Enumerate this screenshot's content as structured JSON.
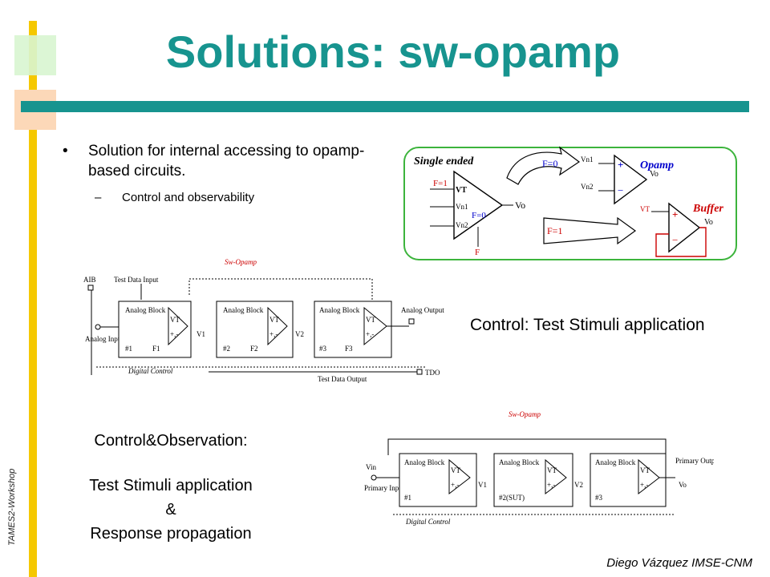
{
  "slide": {
    "title": "Solutions: sw-opamp",
    "bullet_marker": "•",
    "bullet_text": "Solution for internal accessing to opamp-based circuits.",
    "sub_dash": "–",
    "sub_text": "Control and observability",
    "control_label": "Control: Test Stimuli application",
    "obs_line1": "Control&Observation:",
    "obs_line2": "Test Stimuli application",
    "obs_line3": "&",
    "obs_line4": "Response propagation",
    "vertical_label": "TAMES2-Workshop",
    "footer": "Diego Vázquez    IMSE-CNM"
  },
  "opamp_diagram": {
    "single_ended": "Single ended",
    "f1": "F=1",
    "f0": "F=0",
    "vt": "VT",
    "vn1": "Vn1",
    "vn2": "Vn2",
    "vo": "Vo",
    "f": "F",
    "opamp": "Opamp",
    "buffer": "Buffer",
    "plus": "+",
    "minus": "−"
  },
  "circuit1": {
    "sw_opamp": "Sw-Opamp",
    "aib": "AIB",
    "test_data_input": "Test Data Input",
    "analog_input": "Analog Input",
    "analog_block": "Analog Block",
    "vt": "VT",
    "pm": "+,-",
    "b1": "#1",
    "b2": "#2",
    "b3": "#3",
    "f1": "F1",
    "f2": "F2",
    "f3": "F3",
    "v1": "V1",
    "v2": "V2",
    "analog_output": "Analog Output",
    "digital_control": "Digital Control",
    "test_data_output": "Test Data Output",
    "tdo": "TDO"
  },
  "circuit2": {
    "sw_opamp": "Sw-Opamp",
    "vin": "Vin",
    "primary_input": "Primary Input",
    "analog_block": "Analog Block",
    "vt": "VT",
    "pm": "+,-",
    "b1": "#1",
    "b2": "#2(SUT)",
    "b3": "#3",
    "v1": "V1",
    "v2": "V2",
    "primary_output": "Primary Output",
    "vo": "Vo",
    "digital_control": "Digital Control"
  }
}
